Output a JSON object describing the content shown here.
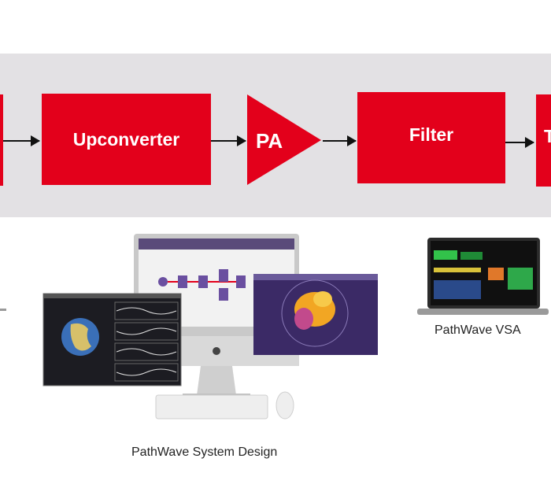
{
  "chain": {
    "blocks": [
      {
        "label": "Upconverter"
      },
      {
        "label": "PA"
      },
      {
        "label": "Filter"
      },
      {
        "label": "T"
      }
    ]
  },
  "products": {
    "system_design": {
      "label": "PathWave System Design"
    },
    "vsa": {
      "label": "PathWave VSA"
    }
  },
  "colors": {
    "block_red": "#e3001b",
    "band_gray": "#e3e1e4"
  }
}
